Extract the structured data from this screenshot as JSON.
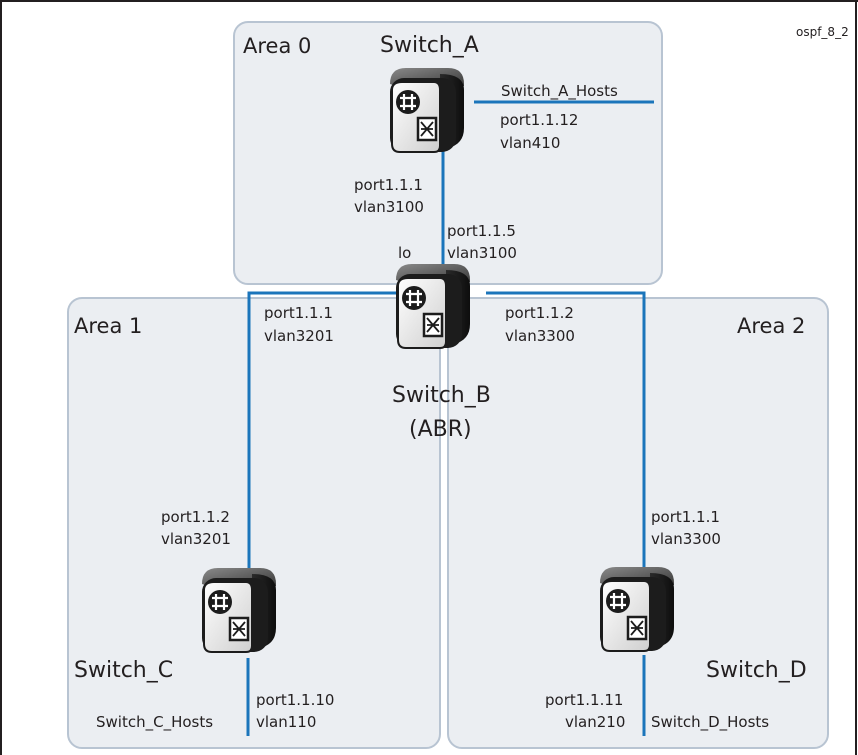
{
  "figure_tag": "ospf_8_2",
  "areas": {
    "area0": "Area 0",
    "area1": "Area 1",
    "area2": "Area 2"
  },
  "switches": {
    "a": "Switch_A",
    "b_line1": "Switch_B",
    "b_line2": "(ABR)",
    "c": "Switch_C",
    "d": "Switch_D"
  },
  "hosts": {
    "a": "Switch_A_Hosts",
    "c": "Switch_C_Hosts",
    "d": "Switch_D_Hosts"
  },
  "interfaces": {
    "a_hosts_port": "port1.1.12",
    "a_hosts_vlan": "vlan410",
    "a_down_port": "port1.1.1",
    "a_down_vlan": "vlan3100",
    "b_up_port": "port1.1.5",
    "b_up_vlan": "vlan3100",
    "b_lo": "lo",
    "b_left_port": "port1.1.1",
    "b_left_vlan": "vlan3201",
    "b_right_port": "port1.1.2",
    "b_right_vlan": "vlan3300",
    "c_up_port": "port1.1.2",
    "c_up_vlan": "vlan3201",
    "c_hosts_port": "port1.1.10",
    "c_hosts_vlan": "vlan110",
    "d_up_port": "port1.1.1",
    "d_up_vlan": "vlan3300",
    "d_hosts_port": "port1.1.11",
    "d_hosts_vlan": "vlan210"
  }
}
